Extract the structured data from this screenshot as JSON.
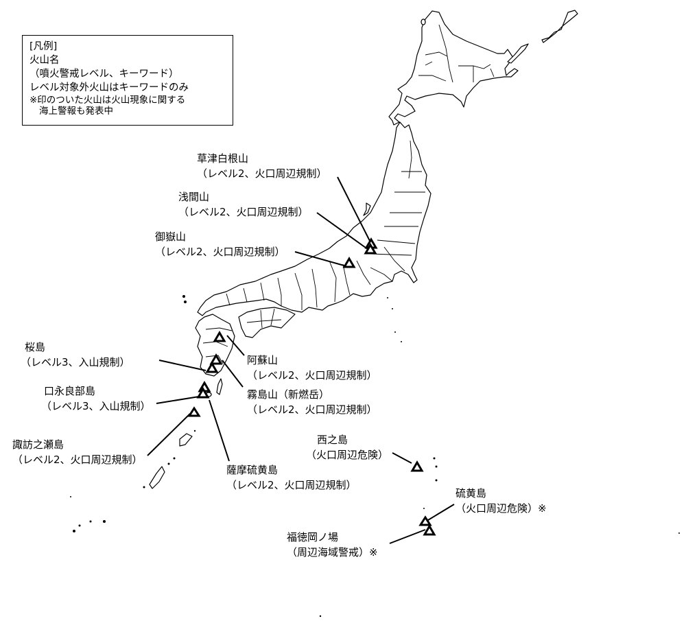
{
  "legend": {
    "title": "[凡例]",
    "line1": "火山名",
    "line2": "（噴火警戒レベル、キーワード）",
    "line3": "レベル対象外火山はキーワードのみ",
    "note1": "※印のついた火山は火山現象に関する",
    "note2": "海上警報も発表中"
  },
  "volcanoes": [
    {
      "name": "草津白根山",
      "status": "（レベル2、火口周辺規制）",
      "level": 2,
      "keyword": "火口周辺規制",
      "marine_warning": false
    },
    {
      "name": "浅間山",
      "status": "（レベル2、火口周辺規制）",
      "level": 2,
      "keyword": "火口周辺規制",
      "marine_warning": false
    },
    {
      "name": "御嶽山",
      "status": "（レベル2、火口周辺規制）",
      "level": 2,
      "keyword": "火口周辺規制",
      "marine_warning": false
    },
    {
      "name": "阿蘇山",
      "status": "（レベル2、火口周辺規制）",
      "level": 2,
      "keyword": "火口周辺規制",
      "marine_warning": false
    },
    {
      "name": "霧島山（新燃岳）",
      "status": "（レベル2、火口周辺規制）",
      "level": 2,
      "keyword": "火口周辺規制",
      "marine_warning": false
    },
    {
      "name": "桜島",
      "status": "（レベル3、入山規制）",
      "level": 3,
      "keyword": "入山規制",
      "marine_warning": false
    },
    {
      "name": "口永良部島",
      "status": "（レベル3、入山規制）",
      "level": 3,
      "keyword": "入山規制",
      "marine_warning": false
    },
    {
      "name": "諏訪之瀬島",
      "status": "（レベル2、火口周辺規制）",
      "level": 2,
      "keyword": "火口周辺規制",
      "marine_warning": false
    },
    {
      "name": "薩摩硫黄島",
      "status": "（レベル2、火口周辺規制）",
      "level": 2,
      "keyword": "火口周辺規制",
      "marine_warning": false
    },
    {
      "name": "西之島",
      "status": "（火口周辺危険）",
      "level": null,
      "keyword": "火口周辺危険",
      "marine_warning": false
    },
    {
      "name": "硫黄島",
      "status": "（火口周辺危険）※",
      "level": null,
      "keyword": "火口周辺危険",
      "marine_warning": true
    },
    {
      "name": "福徳岡ノ場",
      "status": "（周辺海域警戒）※",
      "level": null,
      "keyword": "周辺海域警戒",
      "marine_warning": true
    }
  ],
  "icons": {
    "volcano_marker": "triangle-outline"
  },
  "colors": {
    "land_fill": "#ffffff",
    "outline": "#000000",
    "background": "#ffffff"
  }
}
